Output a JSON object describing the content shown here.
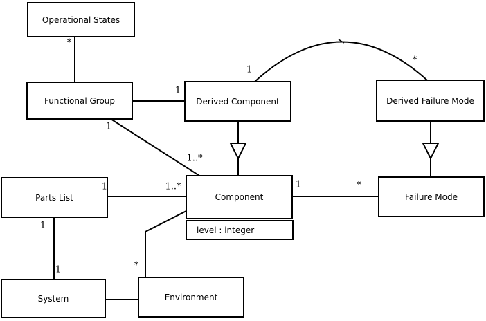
{
  "diagram": {
    "type": "uml-class-diagram",
    "colors": {
      "background": "#ffffff",
      "line": "#000000",
      "box_border": "#000000",
      "box_fill": "#ffffff",
      "text": "#000000"
    },
    "classes": {
      "operational_states": {
        "name": "Operational States"
      },
      "functional_group": {
        "name": "Functional Group"
      },
      "derived_component": {
        "name": "Derived Component"
      },
      "derived_failure_mode": {
        "name": "Derived Failure Mode"
      },
      "parts_list": {
        "name": "Parts List"
      },
      "component": {
        "name": "Component",
        "attributes": [
          "level : integer"
        ]
      },
      "failure_mode": {
        "name": "Failure Mode"
      },
      "system": {
        "name": "System"
      },
      "environment": {
        "name": "Environment"
      }
    },
    "relationships": [
      {
        "from": "Operational States",
        "to": "Functional Group",
        "type": "association",
        "from_mult": "*",
        "to_mult": ""
      },
      {
        "from": "Functional Group",
        "to": "Derived Component",
        "type": "association",
        "from_mult": "",
        "to_mult": "1"
      },
      {
        "from": "Functional Group",
        "to": "Component",
        "type": "association",
        "from_mult": "1",
        "to_mult": "1..*"
      },
      {
        "from": "Derived Component",
        "to": "Derived Failure Mode",
        "type": "association-arc",
        "from_mult": "1",
        "to_mult": "*"
      },
      {
        "from": "Derived Component",
        "to": "Component",
        "type": "generalization",
        "from_mult": "",
        "to_mult": ""
      },
      {
        "from": "Derived Failure Mode",
        "to": "Failure Mode",
        "type": "generalization",
        "from_mult": "",
        "to_mult": ""
      },
      {
        "from": "Parts List",
        "to": "Component",
        "type": "association",
        "from_mult": "1",
        "to_mult": "1..*"
      },
      {
        "from": "Component",
        "to": "Failure Mode",
        "type": "association",
        "from_mult": "1",
        "to_mult": "*"
      },
      {
        "from": "Parts List",
        "to": "System",
        "type": "association",
        "from_mult": "1",
        "to_mult": "1"
      },
      {
        "from": "System",
        "to": "Environment",
        "type": "association",
        "from_mult": "",
        "to_mult": ""
      },
      {
        "from": "Environment",
        "to": "Component",
        "type": "association",
        "from_mult": "*",
        "to_mult": ""
      }
    ]
  }
}
